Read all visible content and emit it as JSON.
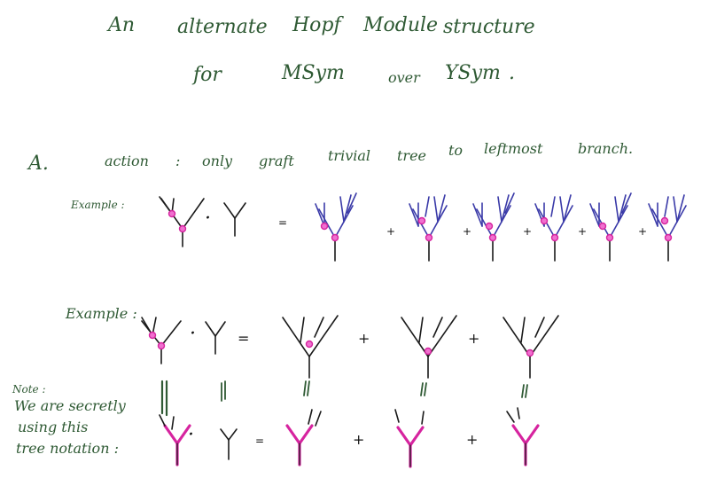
{
  "title": {
    "line1": [
      "An",
      "alternate",
      "Hopf",
      "Module",
      "structure"
    ],
    "line2": [
      "for",
      "MSym",
      "over",
      "YSym",
      "."
    ]
  },
  "section_a": {
    "marker": "A.",
    "keyword": "action",
    "colon": ":",
    "rest": [
      "only",
      "graft",
      "trivial",
      "tree",
      "to",
      "leftmost",
      "branch."
    ]
  },
  "example1": {
    "label": "Example :",
    "dot": "·",
    "equals": "=",
    "plus": "+"
  },
  "example2": {
    "label": "Example :",
    "dot": "·",
    "equals": "=",
    "plus": "+"
  },
  "note": {
    "lines": [
      "Note :",
      "We  are  secretly",
      "using     this",
      "tree  notation :"
    ]
  },
  "colors": {
    "ink": "#2f5a34",
    "tree": "#1a1a1a",
    "blue_tree": "#3a3aa8",
    "node": "#d6249f",
    "node_fill": "#f070cf"
  }
}
